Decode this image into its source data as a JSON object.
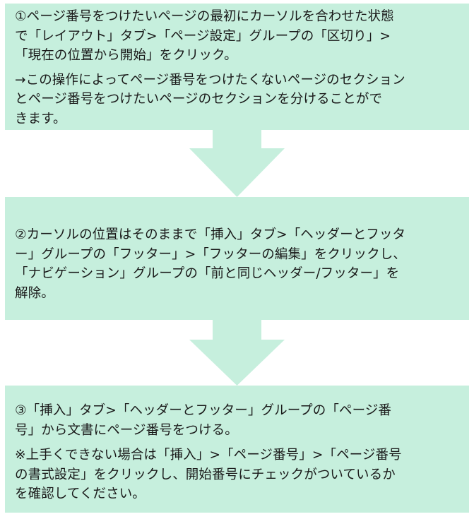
{
  "colors": {
    "box_fill": "#c6efdd",
    "arrow_fill": "#c6efdd",
    "text": "#1a1a1a"
  },
  "steps": [
    {
      "main": "①ページ番号をつけたいページの最初にカーソルを合わせた状態\nで「レイアウト」タブ>「ページ設定」グループの「区切り」>\n「現在の位置から開始」をクリック。",
      "note": "→この操作によってページ番号をつけたくないページのセクション\nとページ番号をつけたいページのセクションを分けることがで\nきます。"
    },
    {
      "main": "②カーソルの位置はそのままで「挿入」タブ>「ヘッダーとフッタ\nー」グループの「フッター」>「フッターの編集」をクリックし、\n「ナビゲーション」グループの「前と同じヘッダー/フッター」を\n解除。"
    },
    {
      "main": "③「挿入」タブ>「ヘッダーとフッター」グループの「ページ番\n号」から文書にページ番号をつける。",
      "note": "※上手くできない場合は「挿入」>「ページ番号」>「ページ番号\nの書式設定」をクリックし、開始番号にチェックがついているか\nを確認してください。"
    }
  ],
  "arrows": [
    {
      "icon": "down-arrow-icon"
    },
    {
      "icon": "down-arrow-icon"
    }
  ]
}
